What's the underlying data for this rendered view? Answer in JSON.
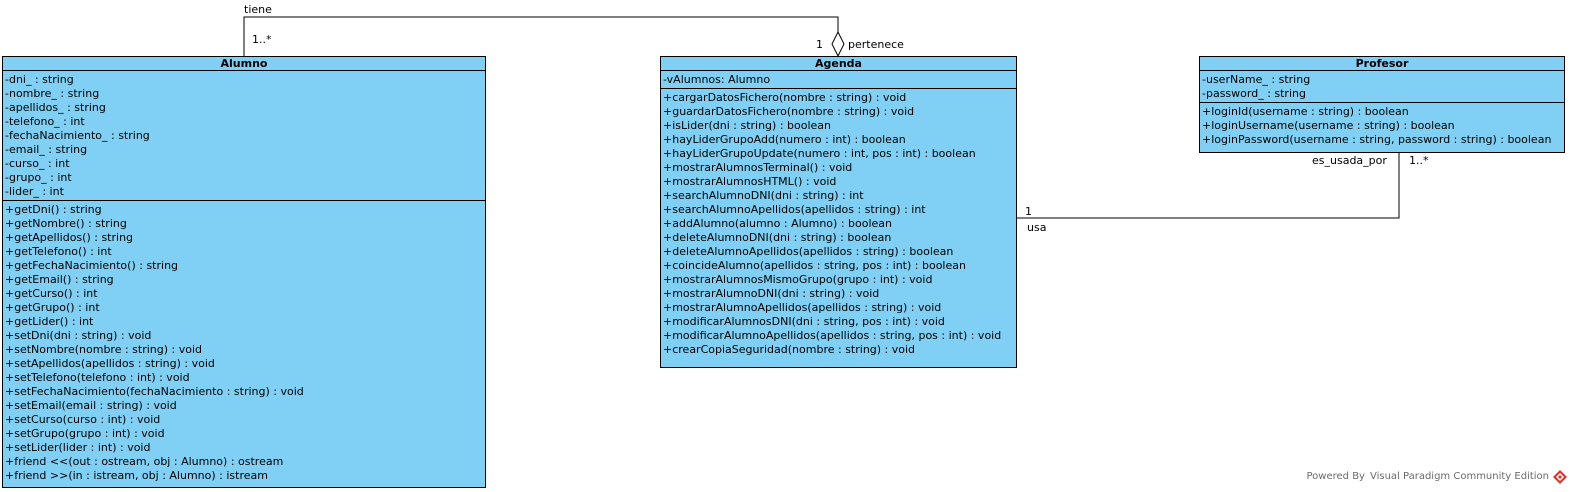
{
  "classes": {
    "alumno": {
      "name": "Alumno",
      "attributes": [
        "-dni_ : string",
        "-nombre_ : string",
        "-apellidos_ : string",
        "-telefono_ : int",
        "-fechaNacimiento_ : string",
        "-email_ : string",
        "-curso_ : int",
        "-grupo_ : int",
        "-lider_ : int"
      ],
      "operations": [
        "+getDni() : string",
        "+getNombre() : string",
        "+getApellidos() : string",
        "+getTelefono() : int",
        "+getFechaNacimiento() : string",
        "+getEmail() : string",
        "+getCurso() : int",
        "+getGrupo() : int",
        "+getLider() : int",
        "+setDni(dni : string) : void",
        "+setNombre(nombre : string) : void",
        "+setApellidos(apellidos : string) : void",
        "+setTelefono(telefono : int) : void",
        "+setFechaNacimiento(fechaNacimiento : string) : void",
        "+setEmail(email : string) : void",
        "+setCurso(curso : int) : void",
        "+setGrupo(grupo : int) : void",
        "+setLider(lider : int) : void",
        "+friend <<(out : ostream, obj : Alumno) : ostream",
        "+friend >>(in : istream, obj : Alumno) : istream"
      ]
    },
    "agenda": {
      "name": "Agenda",
      "attributes": [
        "-vAlumnos: Alumno"
      ],
      "operations": [
        "+cargarDatosFichero(nombre : string) : void",
        "+guardarDatosFichero(nombre : string) : void",
        "+isLider(dni : string) : boolean",
        "+hayLiderGrupoAdd(numero : int) : boolean",
        "+hayLiderGrupoUpdate(numero : int, pos : int) : boolean",
        "+mostrarAlumnosTerminal() : void",
        "+mostrarAlumnosHTML() : void",
        "+searchAlumnoDNI(dni : string) : int",
        "+searchAlumnoApellidos(apellidos : string) : int",
        "+addAlumno(alumno : Alumno) : boolean",
        "+deleteAlumnoDNI(dni : string) : boolean",
        "+deleteAlumnoApellidos(apellidos : string) : boolean",
        "+coincideAlumno(apellidos : string, pos : int) : boolean",
        "+mostrarAlumnosMismoGrupo(grupo : int) : void",
        "+mostrarAlumnoDNI(dni : string) : void",
        "+mostrarAlumnoApellidos(apellidos : string) : void",
        "+modificarAlumnosDNI(dni : string, pos : int) : void",
        "+modificarAlumnoApellidos(apellidos : string, pos : int) : void",
        "+crearCopiaSeguridad(nombre : string) : void"
      ]
    },
    "profesor": {
      "name": "Profesor",
      "attributes": [
        "-userName_ : string",
        "-password_ : string"
      ],
      "operations": [
        "+loginId(username : string) : boolean",
        "+loginUsername(username : string) : boolean",
        "+loginPassword(username : string, password : string) : boolean"
      ]
    }
  },
  "associations": {
    "tiene": {
      "name": "tiene",
      "source_multiplicity": "1..*",
      "target_multiplicity": "1",
      "target_role": "pertenece"
    },
    "usa": {
      "name": "usa",
      "source_multiplicity": "1",
      "target_role": "es_usada_por",
      "target_multiplicity": "1..*"
    }
  },
  "footer": {
    "text": "Powered By Visual Paradigm Community Edition"
  },
  "colors": {
    "class_fill": "#7fd0f4",
    "line": "#000000"
  }
}
